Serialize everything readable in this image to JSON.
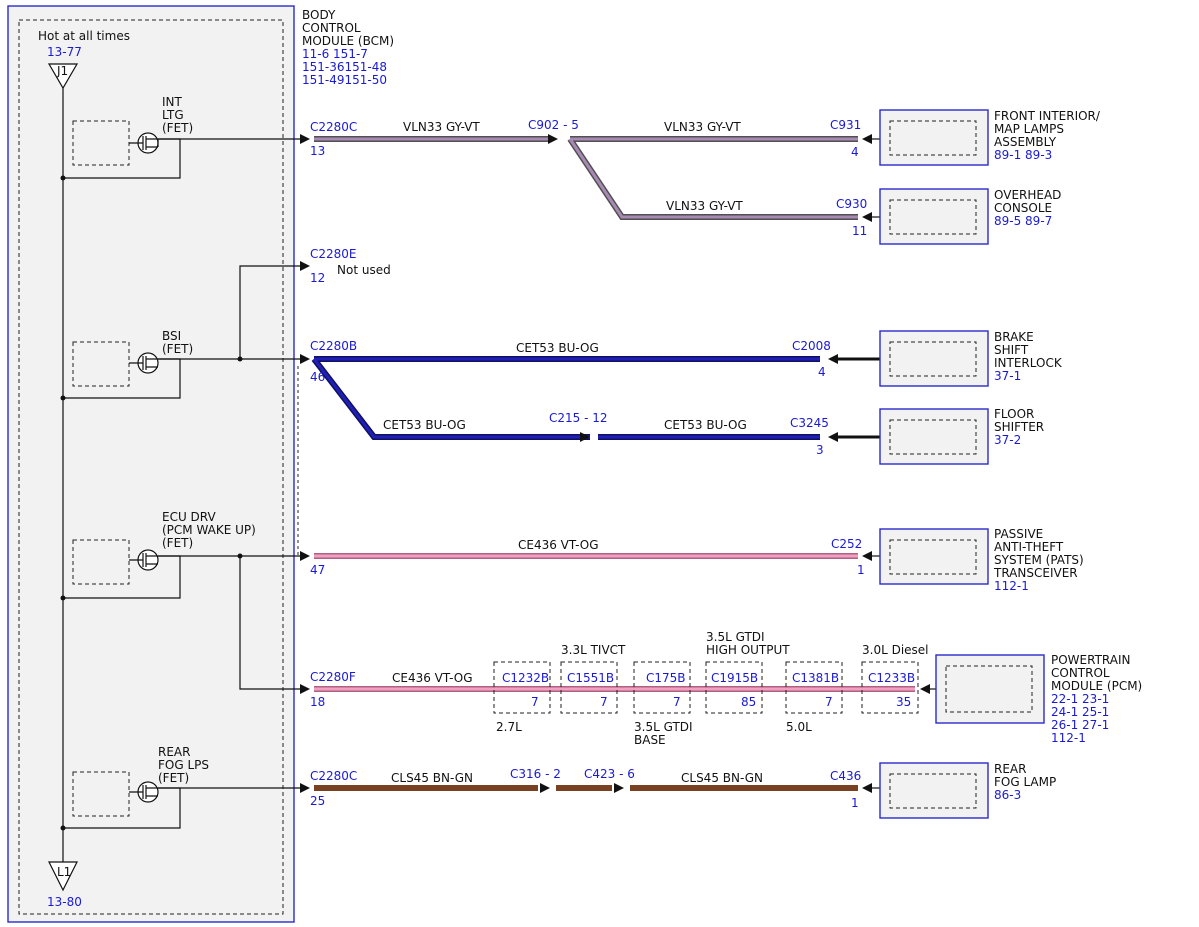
{
  "bcm": {
    "title": [
      "BODY",
      "CONTROL",
      "MODULE (BCM)"
    ],
    "refs": [
      "11-6   151-7",
      "151-36151-48",
      "151-49151-50"
    ],
    "hot_label": "Hot at all times",
    "j1_ref": "13-77",
    "j1_label": "J1",
    "l1_label": "L1",
    "l1_ref": "13-80",
    "fets": {
      "int_ltg": [
        "INT",
        "LTG",
        "(FET)"
      ],
      "bsi": [
        "BSI",
        "(FET)"
      ],
      "ecu_drv": [
        "ECU DRV",
        "(PCM WAKE UP)",
        "(FET)"
      ],
      "rear_fog": [
        "REAR",
        "FOG LPS",
        "(FET)"
      ]
    }
  },
  "connectors": {
    "c2280c_top": {
      "name": "C2280C",
      "pin": "13"
    },
    "c2280e": {
      "name": "C2280E",
      "pin": "12",
      "note": "Not used"
    },
    "c2280b": {
      "name": "C2280B",
      "pin": "46"
    },
    "c2280_pats_pin": "47",
    "c2280f": {
      "name": "C2280F",
      "pin": "18"
    },
    "c2280c_bottom": {
      "name": "C2280C",
      "pin": "25"
    },
    "c902": "C902 - 5",
    "c931": {
      "name": "C931",
      "pin": "4"
    },
    "c930": {
      "name": "C930",
      "pin": "11"
    },
    "c2008": {
      "name": "C2008",
      "pin": "4"
    },
    "c215": "C215 - 12",
    "c3245": {
      "name": "C3245",
      "pin": "3"
    },
    "c252": {
      "name": "C252",
      "pin": "1"
    },
    "c316": "C316 - 2",
    "c423": "C423 - 6",
    "c436": {
      "name": "C436",
      "pin": "1"
    }
  },
  "wires": {
    "vln33_a": "VLN33   GY-VT",
    "vln33_b": "VLN33   GY-VT",
    "vln33_c": "VLN33   GY-VT",
    "cet53_a": "CET53   BU-OG",
    "cet53_b": "CET53   BU-OG",
    "cet53_c": "CET53   BU-OG",
    "ce436_a": "CE436   VT-OG",
    "ce436_b": "CE436   VT-OG",
    "cls45_a": "CLS45   BN-GN",
    "cls45_b": "CLS45   BN-GN"
  },
  "variants": {
    "boxes": [
      {
        "name": "C1232B",
        "pin": "7"
      },
      {
        "name": "C1551B",
        "pin": "7"
      },
      {
        "name": "C175B",
        "pin": "7"
      },
      {
        "name": "C1915B",
        "pin": "85"
      },
      {
        "name": "C1381B",
        "pin": "7"
      },
      {
        "name": "C1233B",
        "pin": "35"
      }
    ],
    "label_27": "2.7L",
    "label_33": "3.3L TIVCT",
    "label_35base": [
      "3.5L GTDI",
      "BASE"
    ],
    "label_35ho": [
      "3.5L GTDI",
      "HIGH OUTPUT"
    ],
    "label_50": "5.0L",
    "label_30d": "3.0L Diesel"
  },
  "modules": {
    "front_interior": {
      "name": [
        "FRONT INTERIOR/",
        "MAP LAMPS",
        "ASSEMBLY"
      ],
      "refs": "89-1   89-3"
    },
    "overhead": {
      "name": [
        "OVERHEAD",
        "CONSOLE"
      ],
      "refs": "89-5   89-7"
    },
    "brake_shift": {
      "name": [
        "BRAKE",
        "SHIFT",
        "INTERLOCK"
      ],
      "refs": "37-1"
    },
    "floor_shifter": {
      "name": [
        "FLOOR",
        "SHIFTER"
      ],
      "refs": "37-2"
    },
    "pats": {
      "name": [
        "PASSIVE",
        "ANTI-THEFT",
        "SYSTEM (PATS)",
        "TRANSCEIVER"
      ],
      "refs": "112-1"
    },
    "pcm": {
      "name": [
        "POWERTRAIN",
        "CONTROL",
        "MODULE (PCM)"
      ],
      "refs": [
        "22-1   23-1",
        "24-1   25-1",
        "26-1   27-1",
        "112-1"
      ]
    },
    "rear_fog": {
      "name": [
        "REAR",
        "FOG LAMP"
      ],
      "refs": "86-3"
    }
  },
  "colors": {
    "gy_vt_core": "#a888b4",
    "bu_og_core": "#2020b8",
    "vt_og_core": "#f0a0c0",
    "bn_gn_core": "#7a4022",
    "module_border": "#2a2acc",
    "ref_text": "#1a1ad6"
  }
}
